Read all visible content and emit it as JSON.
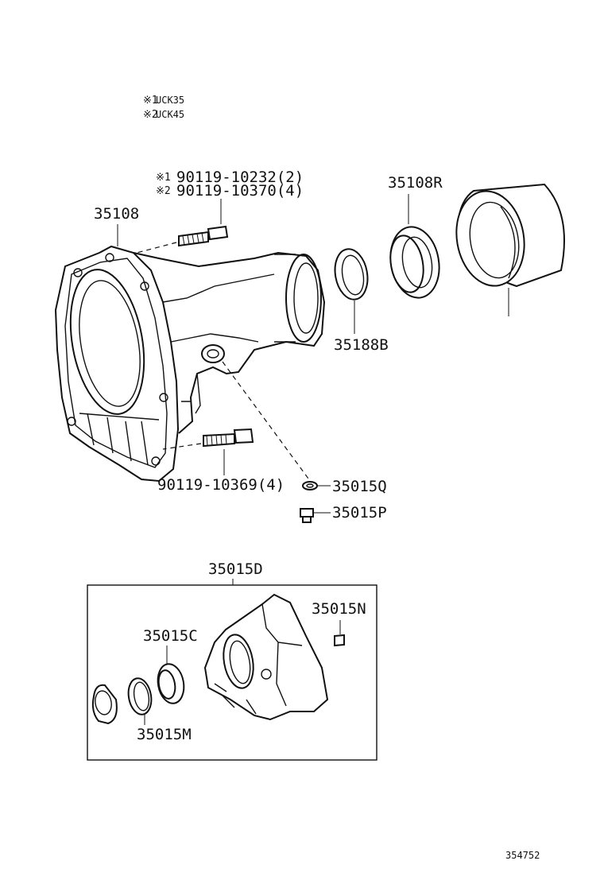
{
  "notes": [
    {
      "mark": "※1",
      "text": "UCK35"
    },
    {
      "mark": "※2",
      "text": "UCK45"
    }
  ],
  "labels": {
    "bolt_upper_1": {
      "mark": "※1",
      "text": "90119-10232(2)"
    },
    "bolt_upper_2": {
      "mark": "※2",
      "text": "90119-10370(4)"
    },
    "housing": "35108",
    "oil_seal": "35108R",
    "snap_ring": "35188B",
    "bolt_lower": "90119-10369(4)",
    "gasket": "35015Q",
    "plug": "35015P",
    "kit": "35015D",
    "kit_plug": "35015N",
    "kit_seal": "35015C",
    "kit_ring": "35015M"
  },
  "figure_id": "354752"
}
